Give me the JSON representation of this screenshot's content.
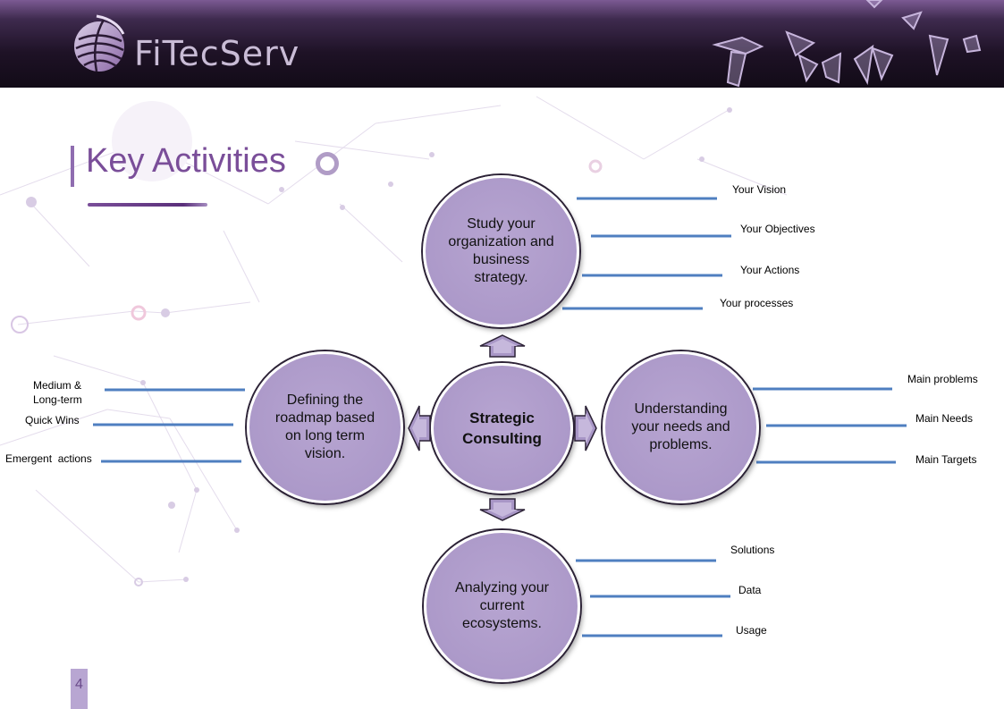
{
  "header": {
    "logo_text": "FiTecServ"
  },
  "page": {
    "title": "Key Activities",
    "number": "4"
  },
  "diagram": {
    "center": "Strategic Consulting",
    "top": {
      "text": "Study your organization and  business strategy.",
      "items": [
        "Your Vision",
        "Your Objectives",
        "Your Actions",
        "Your processes"
      ]
    },
    "right": {
      "text": "Understanding your needs and problems.",
      "items": [
        "Main problems",
        "Main Needs",
        "Main Targets"
      ]
    },
    "bottom": {
      "text": "Analyzing your current ecosystems.",
      "items": [
        "Solutions",
        "Data",
        "Usage"
      ]
    },
    "left": {
      "text": "Defining the roadmap based on long term vision.",
      "items": [
        "Medium &",
        "Long-term",
        "Quick Wins",
        "Emergent  actions"
      ]
    }
  },
  "colors": {
    "accent": "#7a4e99",
    "circle_fill": "#b0a0cc",
    "connector_line": "#4f7fc0"
  }
}
